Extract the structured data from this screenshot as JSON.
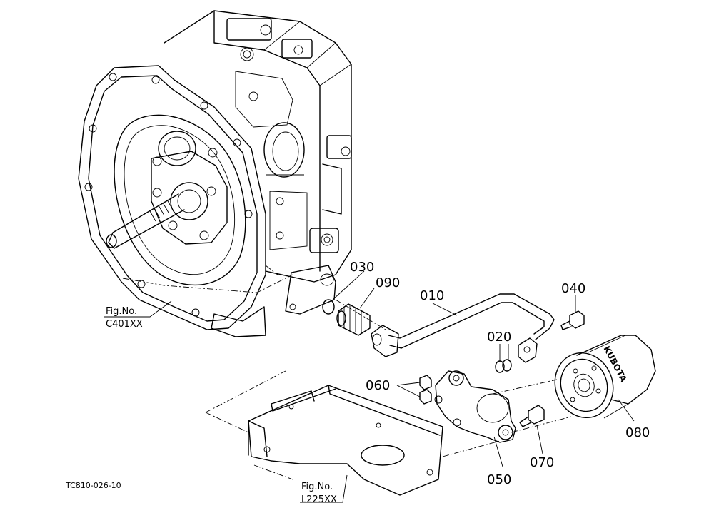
{
  "diagram_code": "TC810-026-10",
  "references": [
    {
      "line1": "Fig.No.",
      "line2": "C401XX"
    },
    {
      "line1": "Fig.No.",
      "line2": "L225XX"
    }
  ],
  "callouts": {
    "p010": "010",
    "p020": "020",
    "p030": "030",
    "p040": "040",
    "p050": "050",
    "p060": "060",
    "p070": "070",
    "p080": "080",
    "p090": "090"
  },
  "filter_brand": "KUBOTA"
}
